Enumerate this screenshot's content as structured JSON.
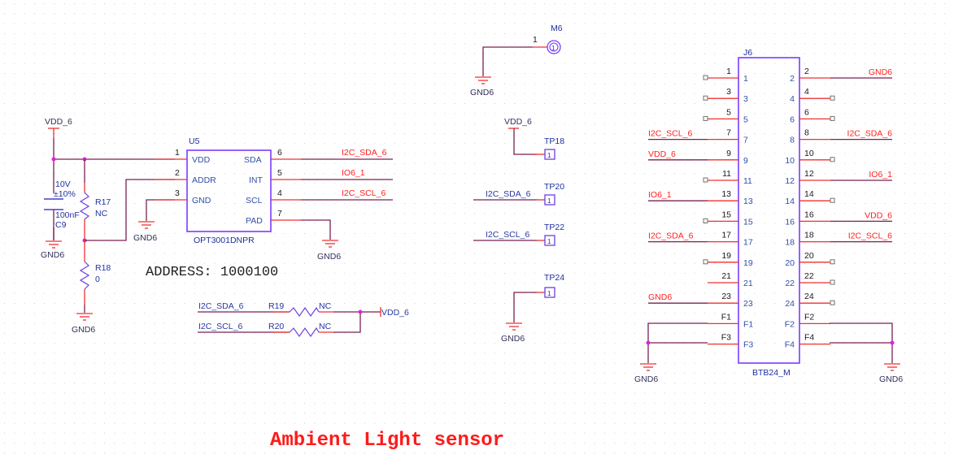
{
  "title": "Ambient Light sensor",
  "address_note": "ADDRESS: 1000100",
  "colors": {
    "net_label": "#ff2020",
    "wire": "#7a2250",
    "pin_line": "#f03030",
    "component_body": "#7a3cff",
    "junction": "#e020e0",
    "refdes": "#1c2f9e"
  },
  "power": {
    "vdd": "VDD_6",
    "gnd": "GND6"
  },
  "capacitor": {
    "ref": "C9",
    "value": "100nF",
    "voltage": "10V",
    "tolerance": "±10%"
  },
  "resistors": [
    {
      "ref": "R17",
      "value": "NC"
    },
    {
      "ref": "R18",
      "value": "0"
    },
    {
      "ref": "R19",
      "value": "NC",
      "net": "I2C_SDA_6"
    },
    {
      "ref": "R20",
      "value": "NC",
      "net": "I2C_SCL_6"
    }
  ],
  "u5": {
    "ref": "U5",
    "part": "OPT3001DNPR",
    "left_pins": [
      {
        "num": "1",
        "name": "VDD"
      },
      {
        "num": "2",
        "name": "ADDR"
      },
      {
        "num": "3",
        "name": "GND"
      }
    ],
    "right_pins": [
      {
        "num": "6",
        "name": "SDA",
        "net": "I2C_SDA_6"
      },
      {
        "num": "5",
        "name": "INT",
        "net": "IO6_1"
      },
      {
        "num": "4",
        "name": "SCL",
        "net": "I2C_SCL_6"
      },
      {
        "num": "7",
        "name": "PAD",
        "net": ""
      }
    ]
  },
  "m6": {
    "ref": "M6",
    "pin": "1",
    "glyph": "1",
    "net": "GND6"
  },
  "testpoints": [
    {
      "ref": "TP18",
      "net": "VDD_6",
      "glyph": "1"
    },
    {
      "ref": "TP20",
      "net": "I2C_SDA_6",
      "glyph": "1"
    },
    {
      "ref": "TP22",
      "net": "I2C_SCL_6",
      "glyph": "1"
    },
    {
      "ref": "TP24",
      "net": "GND6",
      "glyph": "1"
    }
  ],
  "j6": {
    "ref": "J6",
    "part": "BTB24_M",
    "left_pins": [
      {
        "num": "1",
        "net": "",
        "nc": true
      },
      {
        "num": "3",
        "net": "",
        "nc": true
      },
      {
        "num": "5",
        "net": "",
        "nc": true
      },
      {
        "num": "7",
        "net": "I2C_SCL_6",
        "nc": false
      },
      {
        "num": "9",
        "net": "VDD_6",
        "nc": false
      },
      {
        "num": "11",
        "net": "",
        "nc": true
      },
      {
        "num": "13",
        "net": "IO6_1",
        "nc": false
      },
      {
        "num": "15",
        "net": "",
        "nc": true
      },
      {
        "num": "17",
        "net": "I2C_SDA_6",
        "nc": false
      },
      {
        "num": "19",
        "net": "",
        "nc": true
      },
      {
        "num": "21",
        "net": "",
        "nc": false
      },
      {
        "num": "23",
        "net": "GND6",
        "nc": false
      },
      {
        "num": "F1",
        "net": "",
        "nc": false
      },
      {
        "num": "F3",
        "net": "",
        "nc": false
      }
    ],
    "right_pins": [
      {
        "num": "2",
        "net": "GND6",
        "nc": false
      },
      {
        "num": "4",
        "net": "",
        "nc": true
      },
      {
        "num": "6",
        "net": "",
        "nc": true
      },
      {
        "num": "8",
        "net": "I2C_SDA_6",
        "nc": false
      },
      {
        "num": "10",
        "net": "",
        "nc": true
      },
      {
        "num": "12",
        "net": "IO6_1",
        "nc": false
      },
      {
        "num": "14",
        "net": "",
        "nc": true
      },
      {
        "num": "16",
        "net": "VDD_6",
        "nc": false
      },
      {
        "num": "18",
        "net": "I2C_SCL_6",
        "nc": false
      },
      {
        "num": "20",
        "net": "",
        "nc": true
      },
      {
        "num": "22",
        "net": "",
        "nc": true
      },
      {
        "num": "24",
        "net": "",
        "nc": true
      },
      {
        "num": "F2",
        "net": "",
        "nc": false
      },
      {
        "num": "F4",
        "net": "",
        "nc": false
      }
    ]
  }
}
